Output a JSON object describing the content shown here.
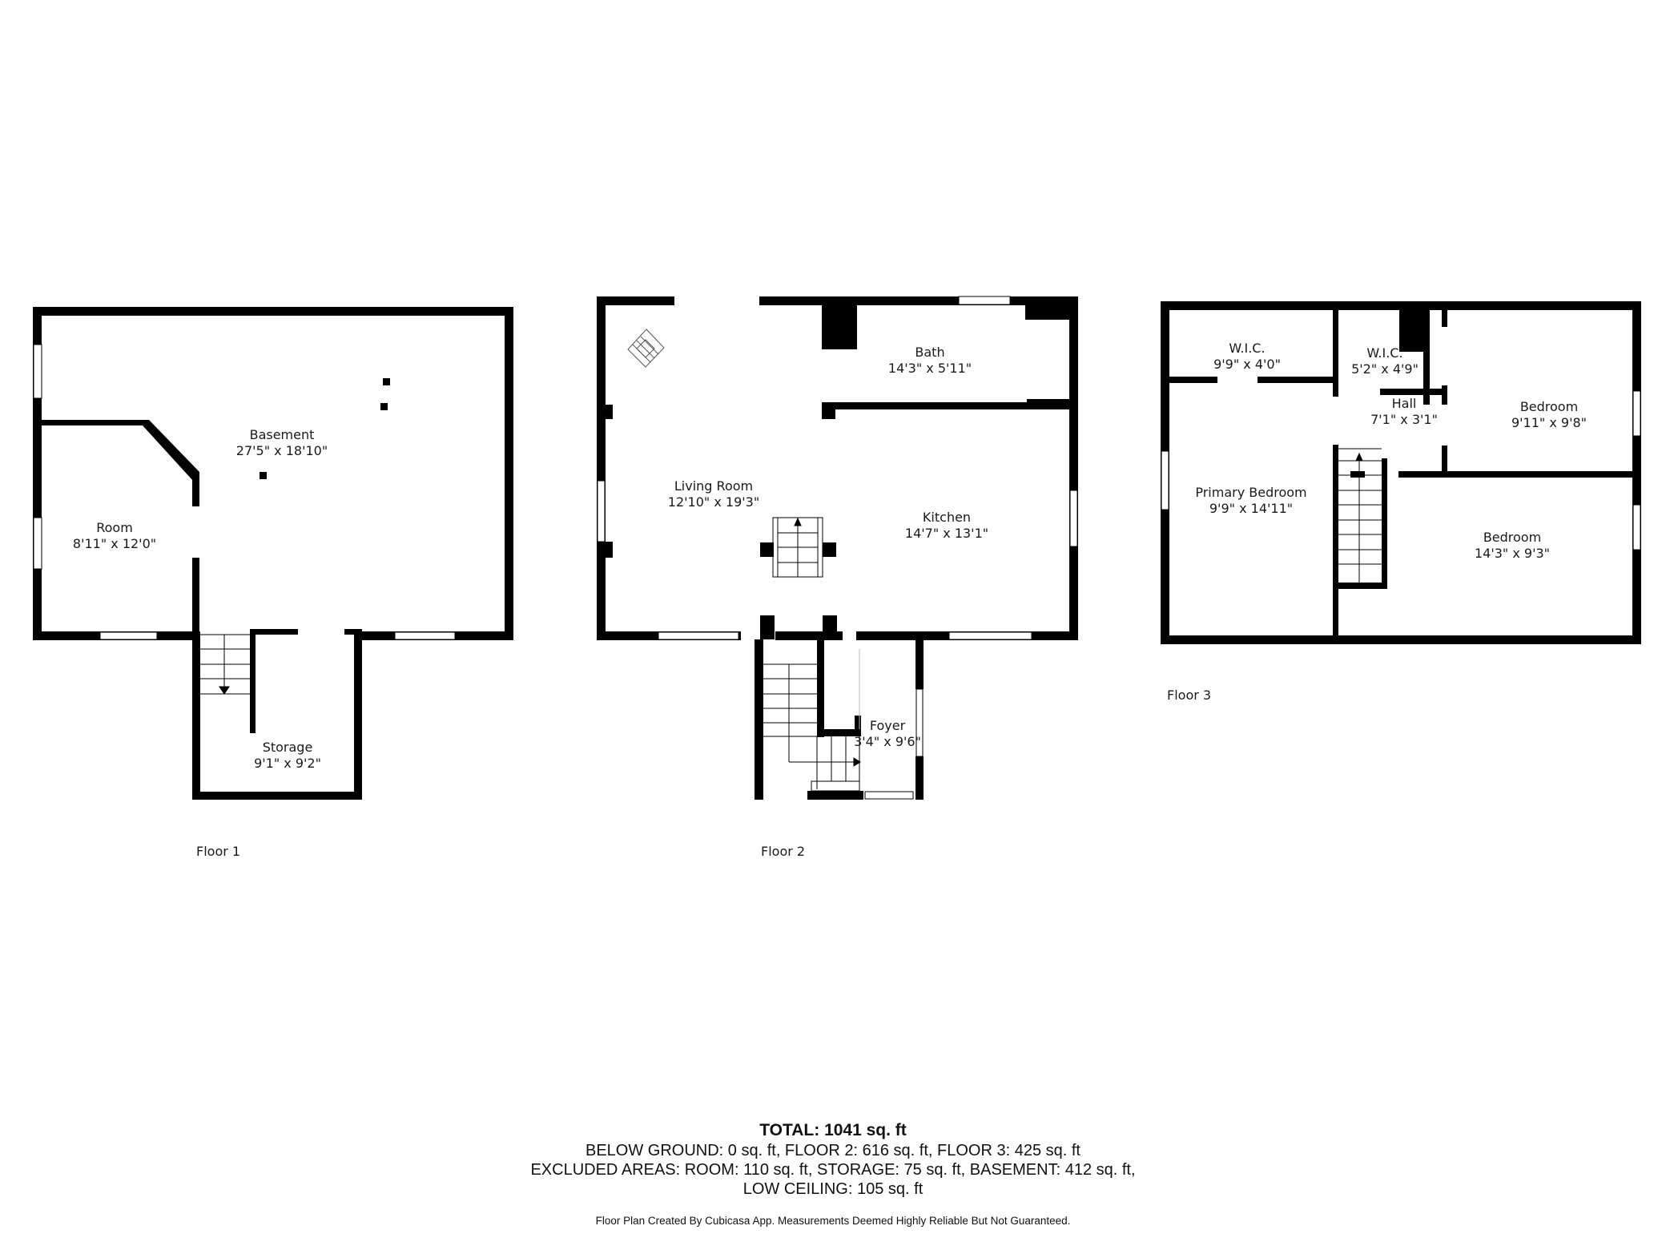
{
  "floors": [
    {
      "name": "Floor 1",
      "rooms": [
        {
          "name": "Basement",
          "dims": "27'5\" x 18'10\""
        },
        {
          "name": "Room",
          "dims": "8'11\" x 12'0\""
        },
        {
          "name": "Storage",
          "dims": "9'1\" x 9'2\""
        }
      ]
    },
    {
      "name": "Floor 2",
      "rooms": [
        {
          "name": "Living Room",
          "dims": "12'10\" x 19'3\""
        },
        {
          "name": "Bath",
          "dims": "14'3\" x 5'11\""
        },
        {
          "name": "Kitchen",
          "dims": "14'7\" x 13'1\""
        },
        {
          "name": "Foyer",
          "dims": "3'4\" x 9'6\""
        }
      ]
    },
    {
      "name": "Floor 3",
      "rooms": [
        {
          "name": "W.I.C.",
          "dims": "9'9\" x 4'0\""
        },
        {
          "name": "W.I.C.",
          "dims": "5'2\" x 4'9\""
        },
        {
          "name": "Hall",
          "dims": "7'1\" x 3'1\""
        },
        {
          "name": "Bedroom",
          "dims": "9'11\" x 9'8\""
        },
        {
          "name": "Primary Bedroom",
          "dims": "9'9\" x 14'11\""
        },
        {
          "name": "Bedroom",
          "dims": "14'3\" x 9'3\""
        }
      ]
    }
  ],
  "summary": {
    "total": "TOTAL: 1041 sq. ft",
    "line1": "BELOW GROUND: 0 sq. ft, FLOOR 2: 616 sq. ft, FLOOR 3: 425 sq. ft",
    "line2": "EXCLUDED AREAS: ROOM: 110 sq. ft, STORAGE: 75 sq. ft, BASEMENT: 412 sq. ft,",
    "line3": "LOW CEILING: 105 sq. ft",
    "credit": "Floor Plan Created By Cubicasa App. Measurements Deemed Highly Reliable But Not Guaranteed."
  },
  "colors": {
    "wall": "#000000",
    "background": "#ffffff",
    "window": "#ffffff"
  }
}
